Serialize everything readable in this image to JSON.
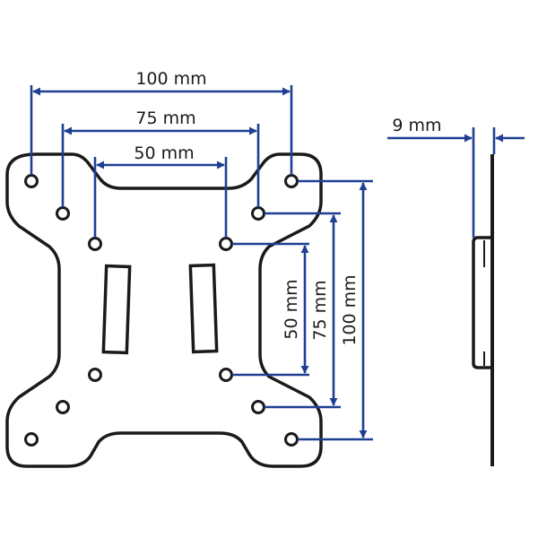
{
  "dimensions": {
    "horizontal_100": "100 mm",
    "horizontal_75": "75 mm",
    "horizontal_50": "50 mm",
    "vertical_50": "50 mm",
    "vertical_75": "75 mm",
    "vertical_100": "100 mm",
    "thickness": "9 mm"
  },
  "colors": {
    "dimension_lines": "#1f3f93",
    "outline": "#1a1a1a"
  }
}
